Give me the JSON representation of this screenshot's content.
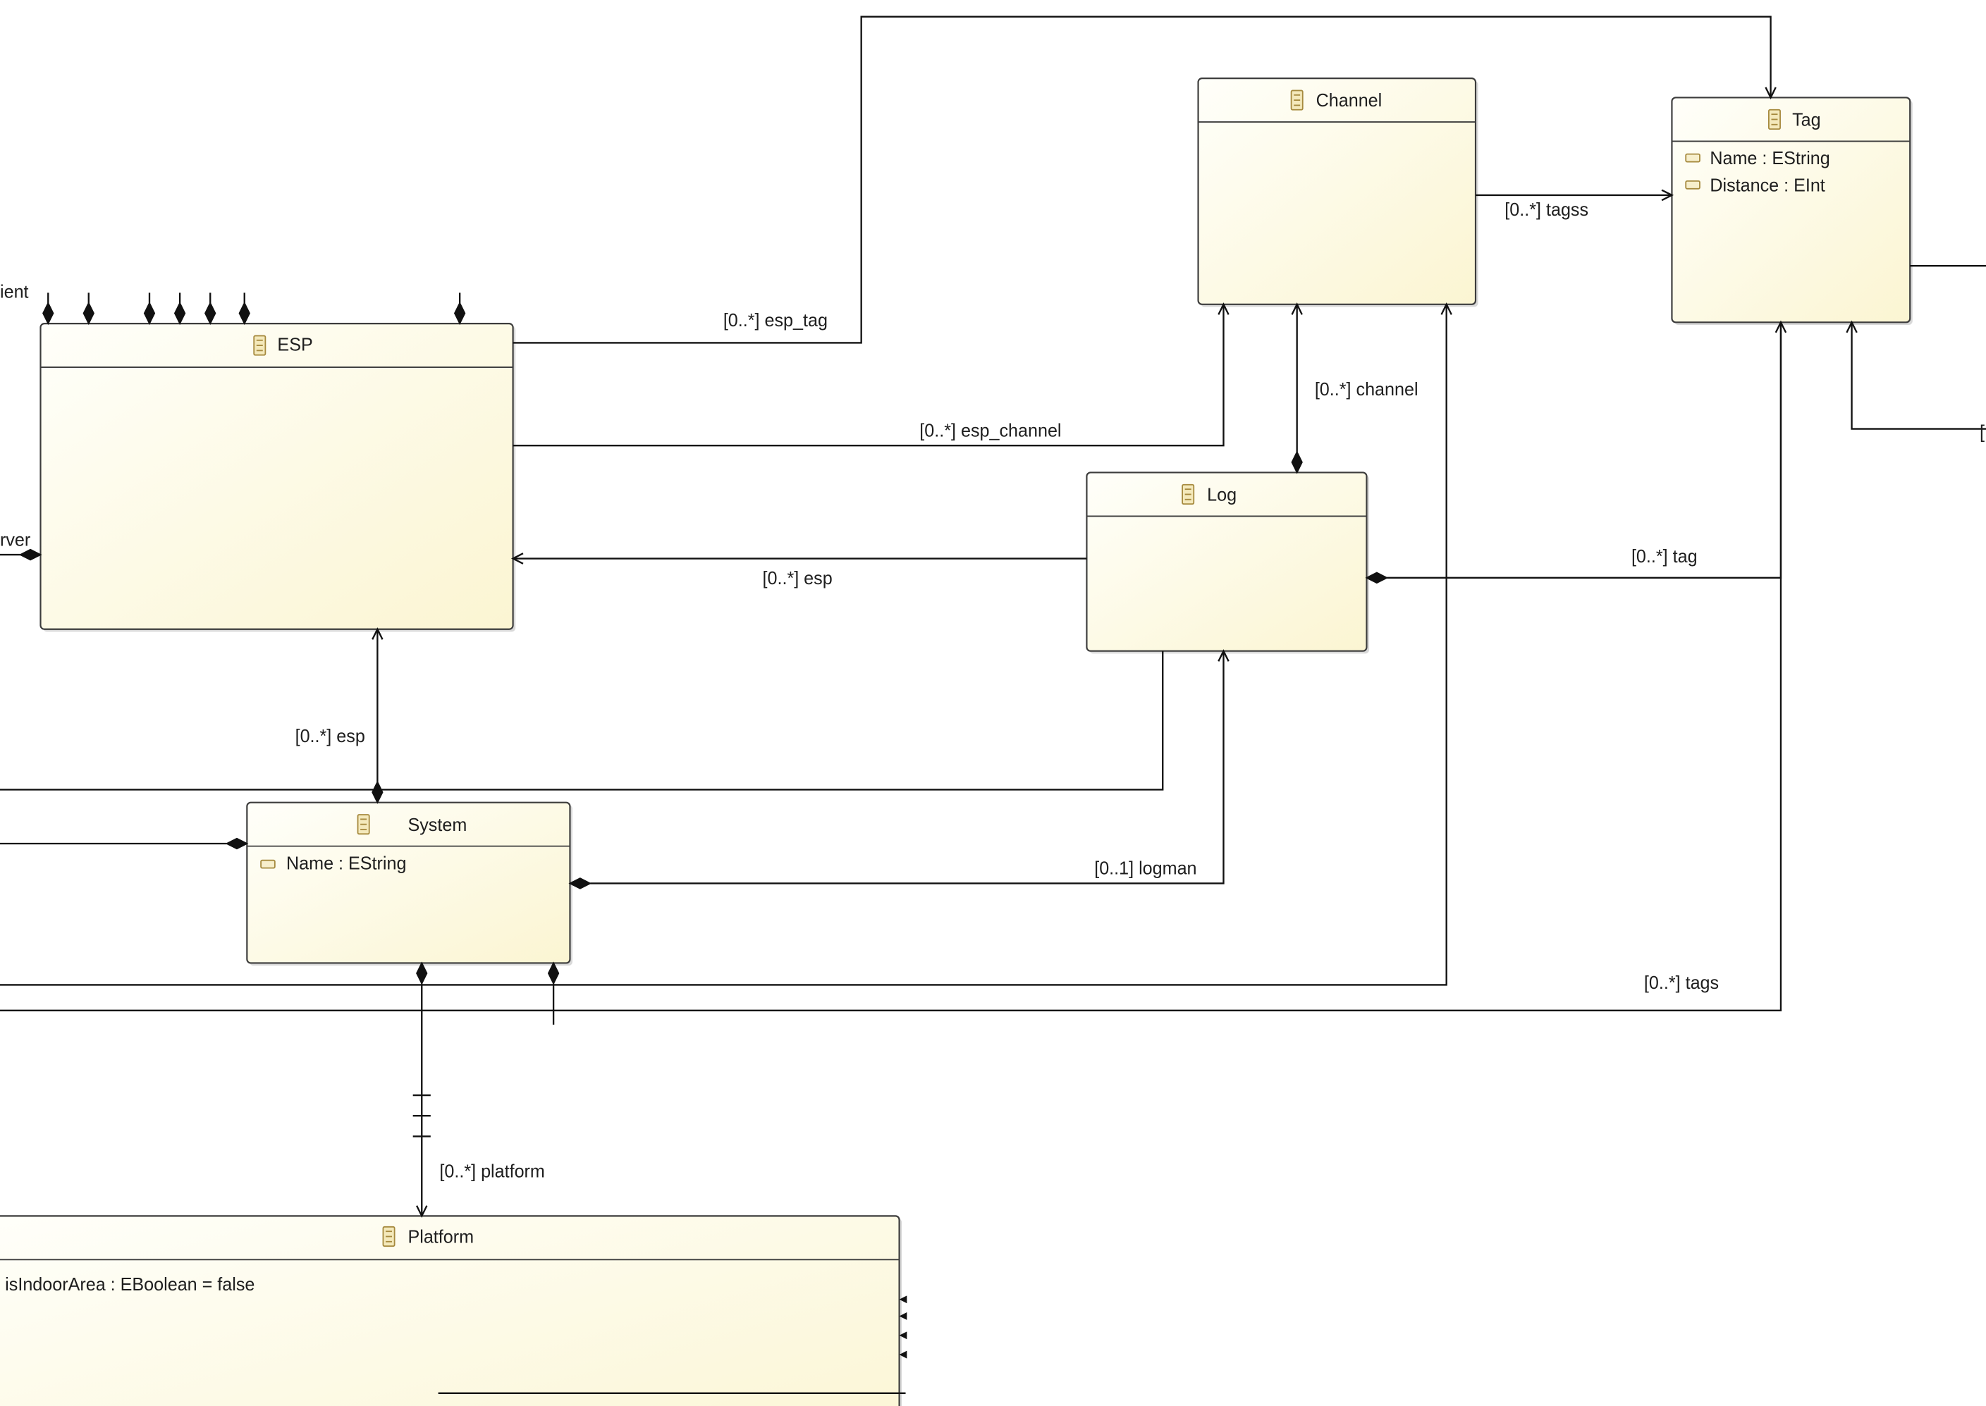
{
  "diagram": {
    "classes": {
      "esp": {
        "name": "ESP",
        "attributes": []
      },
      "channel": {
        "name": "Channel",
        "attributes": []
      },
      "tag": {
        "name": "Tag",
        "attributes": [
          "Name : EString",
          "Distance : EInt"
        ]
      },
      "log": {
        "name": "Log",
        "attributes": []
      },
      "system": {
        "name": "System",
        "attributes": [
          "Name : EString"
        ]
      },
      "platform": {
        "name": "Platform",
        "attributes": [
          "isIndoorArea : EBoolean = false"
        ]
      }
    },
    "references": {
      "esp_tag": "[0..*] esp_tag",
      "esp_channel": "[0..*] esp_channel",
      "log_esp": "[0..*] esp",
      "tagss": "[0..*] tagss",
      "channel": "[0..*] channel",
      "log_tag": "[0..*] tag",
      "system_esp": "[0..*] esp",
      "logman": "[0..1] logman",
      "platform": "[0..*] platform",
      "tags": "[0..*] tags"
    },
    "clipped_labels": {
      "top_left": "ient",
      "left": "rver",
      "right": "["
    }
  },
  "icons": {
    "class": "eclass-icon",
    "attribute": "eattribute-icon"
  },
  "colors": {
    "class_fill_light": "#fffffa",
    "class_fill_dark": "#fbf5d2",
    "border": "#3c3c3c",
    "edge": "#111111",
    "icon": "#a68a3e"
  }
}
